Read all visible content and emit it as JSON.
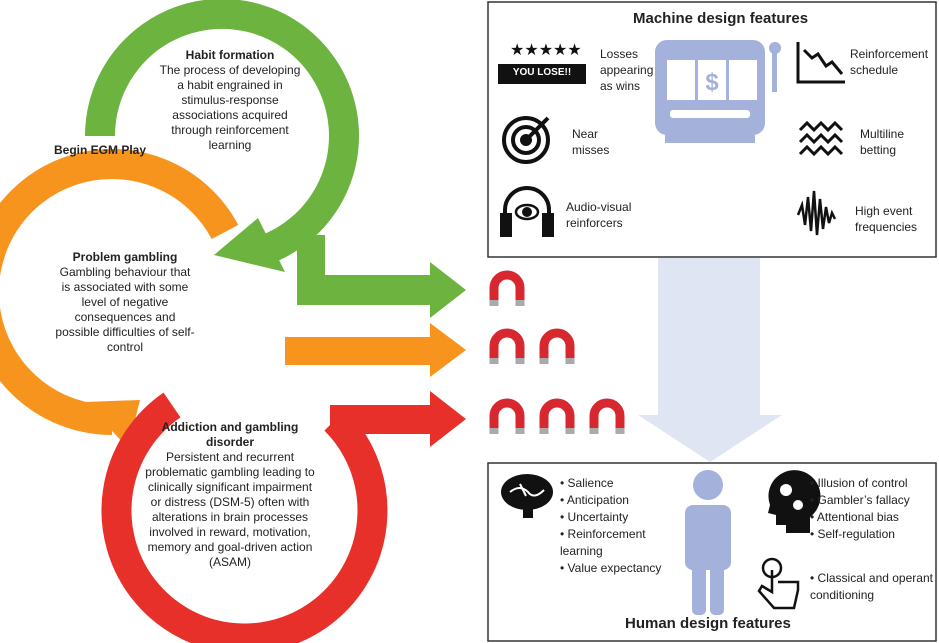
{
  "cycle": {
    "begin": "Begin EGM Play",
    "habit": {
      "title": "Habit formation",
      "body": "The process of developing a habit engrained in stimulus-response associations acquired through reinforcement learning"
    },
    "problem": {
      "title": "Problem gambling",
      "body": "Gambling behaviour that is associated with some level of negative consequences and possible difficulties of self-control"
    },
    "addiction": {
      "title": "Addiction and gambling disorder",
      "body": "Persistent and recurrent problematic gambling leading to clinically significant impairment or distress (DSM-5) often with alterations in brain processes involved in reward, motivation, memory and goal-driven action (ASAM)"
    }
  },
  "machine": {
    "title": "Machine design features",
    "badge": "YOU LOSE!!",
    "features": [
      "Losses appearing as wins",
      "Near misses",
      "Audio-visual reinforcers",
      "Reinforcement schedule",
      "Multiline betting",
      "High event frequencies"
    ]
  },
  "human": {
    "title": "Human design features",
    "brain_list": [
      "Salience",
      "Anticipation",
      "Uncertainty",
      "Reinforcement learning",
      "Value expectancy"
    ],
    "cognition_list": [
      "Illusion of control",
      "Gambler’s fallacy",
      "Attentional bias",
      "Self-regulation"
    ],
    "conditioning_list": [
      "Classical and operant conditioning"
    ]
  },
  "colors": {
    "green": "#6cb33f",
    "orange": "#f7941d",
    "red": "#e8302a",
    "lavender": "#a3b1db",
    "arrow": "#dfe5f2"
  }
}
